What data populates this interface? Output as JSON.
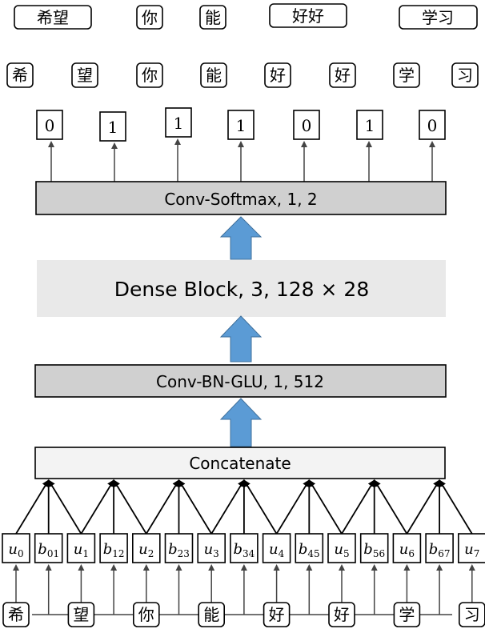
{
  "colors": {
    "block_dark": "#d0d0d0",
    "block_light": "#e9e9e9",
    "block_concat": "#f3f3f3",
    "arrow_blue": "#5b9bd5",
    "arrow_blue_stroke": "#41719c"
  },
  "output_words": [
    "希望",
    "你",
    "能",
    "好好",
    "学习"
  ],
  "output_chars": [
    "希",
    "望",
    "你",
    "能",
    "好",
    "好",
    "学",
    "习"
  ],
  "labels": [
    "0",
    "1",
    "1",
    "1",
    "0",
    "1",
    "0"
  ],
  "blocks": {
    "softmax": "Conv-Softmax, 1, 2",
    "dense": "Dense Block, 3, 128 × 28",
    "glu": "Conv-BN-GLU, 1, 512",
    "concat": "Concatenate"
  },
  "features": [
    {
      "base": "u",
      "sub": "0"
    },
    {
      "base": "b",
      "sub": "01"
    },
    {
      "base": "u",
      "sub": "1"
    },
    {
      "base": "b",
      "sub": "12"
    },
    {
      "base": "u",
      "sub": "2"
    },
    {
      "base": "b",
      "sub": "23"
    },
    {
      "base": "u",
      "sub": "3"
    },
    {
      "base": "b",
      "sub": "34"
    },
    {
      "base": "u",
      "sub": "4"
    },
    {
      "base": "b",
      "sub": "45"
    },
    {
      "base": "u",
      "sub": "5"
    },
    {
      "base": "b",
      "sub": "56"
    },
    {
      "base": "u",
      "sub": "6"
    },
    {
      "base": "b",
      "sub": "67"
    },
    {
      "base": "u",
      "sub": "7"
    }
  ],
  "input_chars": [
    "希",
    "望",
    "你",
    "能",
    "好",
    "好",
    "学",
    "习"
  ]
}
